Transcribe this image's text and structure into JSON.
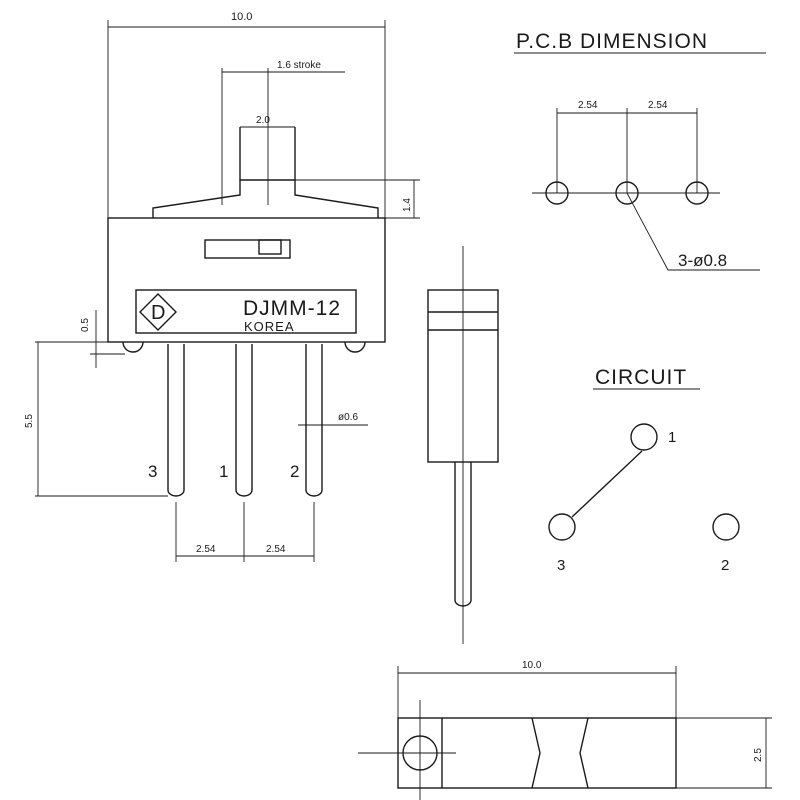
{
  "front_view": {
    "dim_width": "10.0",
    "dim_stroke": "1.6 stroke",
    "dim_knob_width": "2.0",
    "dim_knob_height": "1.4",
    "dim_standoff": "0.5",
    "dim_pin_length": "5.5",
    "dim_pin_diameter": "ø0.6",
    "dim_pitch_left": "2.54",
    "dim_pitch_right": "2.54",
    "logo_letter": "D",
    "model": "DJMM-12",
    "origin": "KOREA",
    "pin_labels": [
      "3",
      "1",
      "2"
    ]
  },
  "pcb": {
    "title": "P.C.B DIMENSION",
    "dim_pitch_left": "2.54",
    "dim_pitch_right": "2.54",
    "hole_callout": "3-ø0.8"
  },
  "circuit": {
    "title": "CIRCUIT",
    "terminals": [
      "1",
      "3",
      "2"
    ]
  },
  "bottom_view": {
    "dim_width": "10.0",
    "dim_depth": "2.5"
  }
}
